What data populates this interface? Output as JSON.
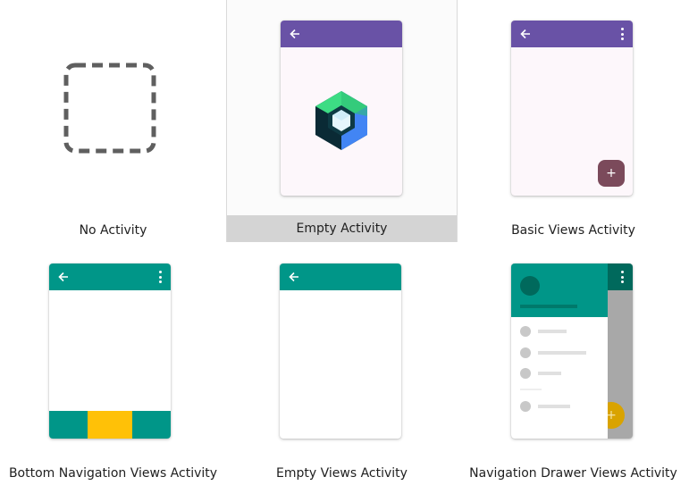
{
  "templates": [
    {
      "label": "No Activity",
      "selected": false
    },
    {
      "label": "Empty Activity",
      "selected": true
    },
    {
      "label": "Basic Views Activity",
      "selected": false,
      "fab_symbol": "+"
    },
    {
      "label": "Bottom Navigation Views Activity",
      "selected": false
    },
    {
      "label": "Empty Views Activity",
      "selected": false
    },
    {
      "label": "Navigation Drawer Views Activity",
      "selected": false,
      "fab_symbol": "+"
    }
  ],
  "colors": {
    "purple_appbar": "#6952a6",
    "teal_appbar": "#009688",
    "fab_mauve": "#7b4a5b",
    "fab_amber": "#d9a300",
    "bottom_nav_selected": "#ffc107",
    "selected_label_bg": "#d4d4d4"
  }
}
